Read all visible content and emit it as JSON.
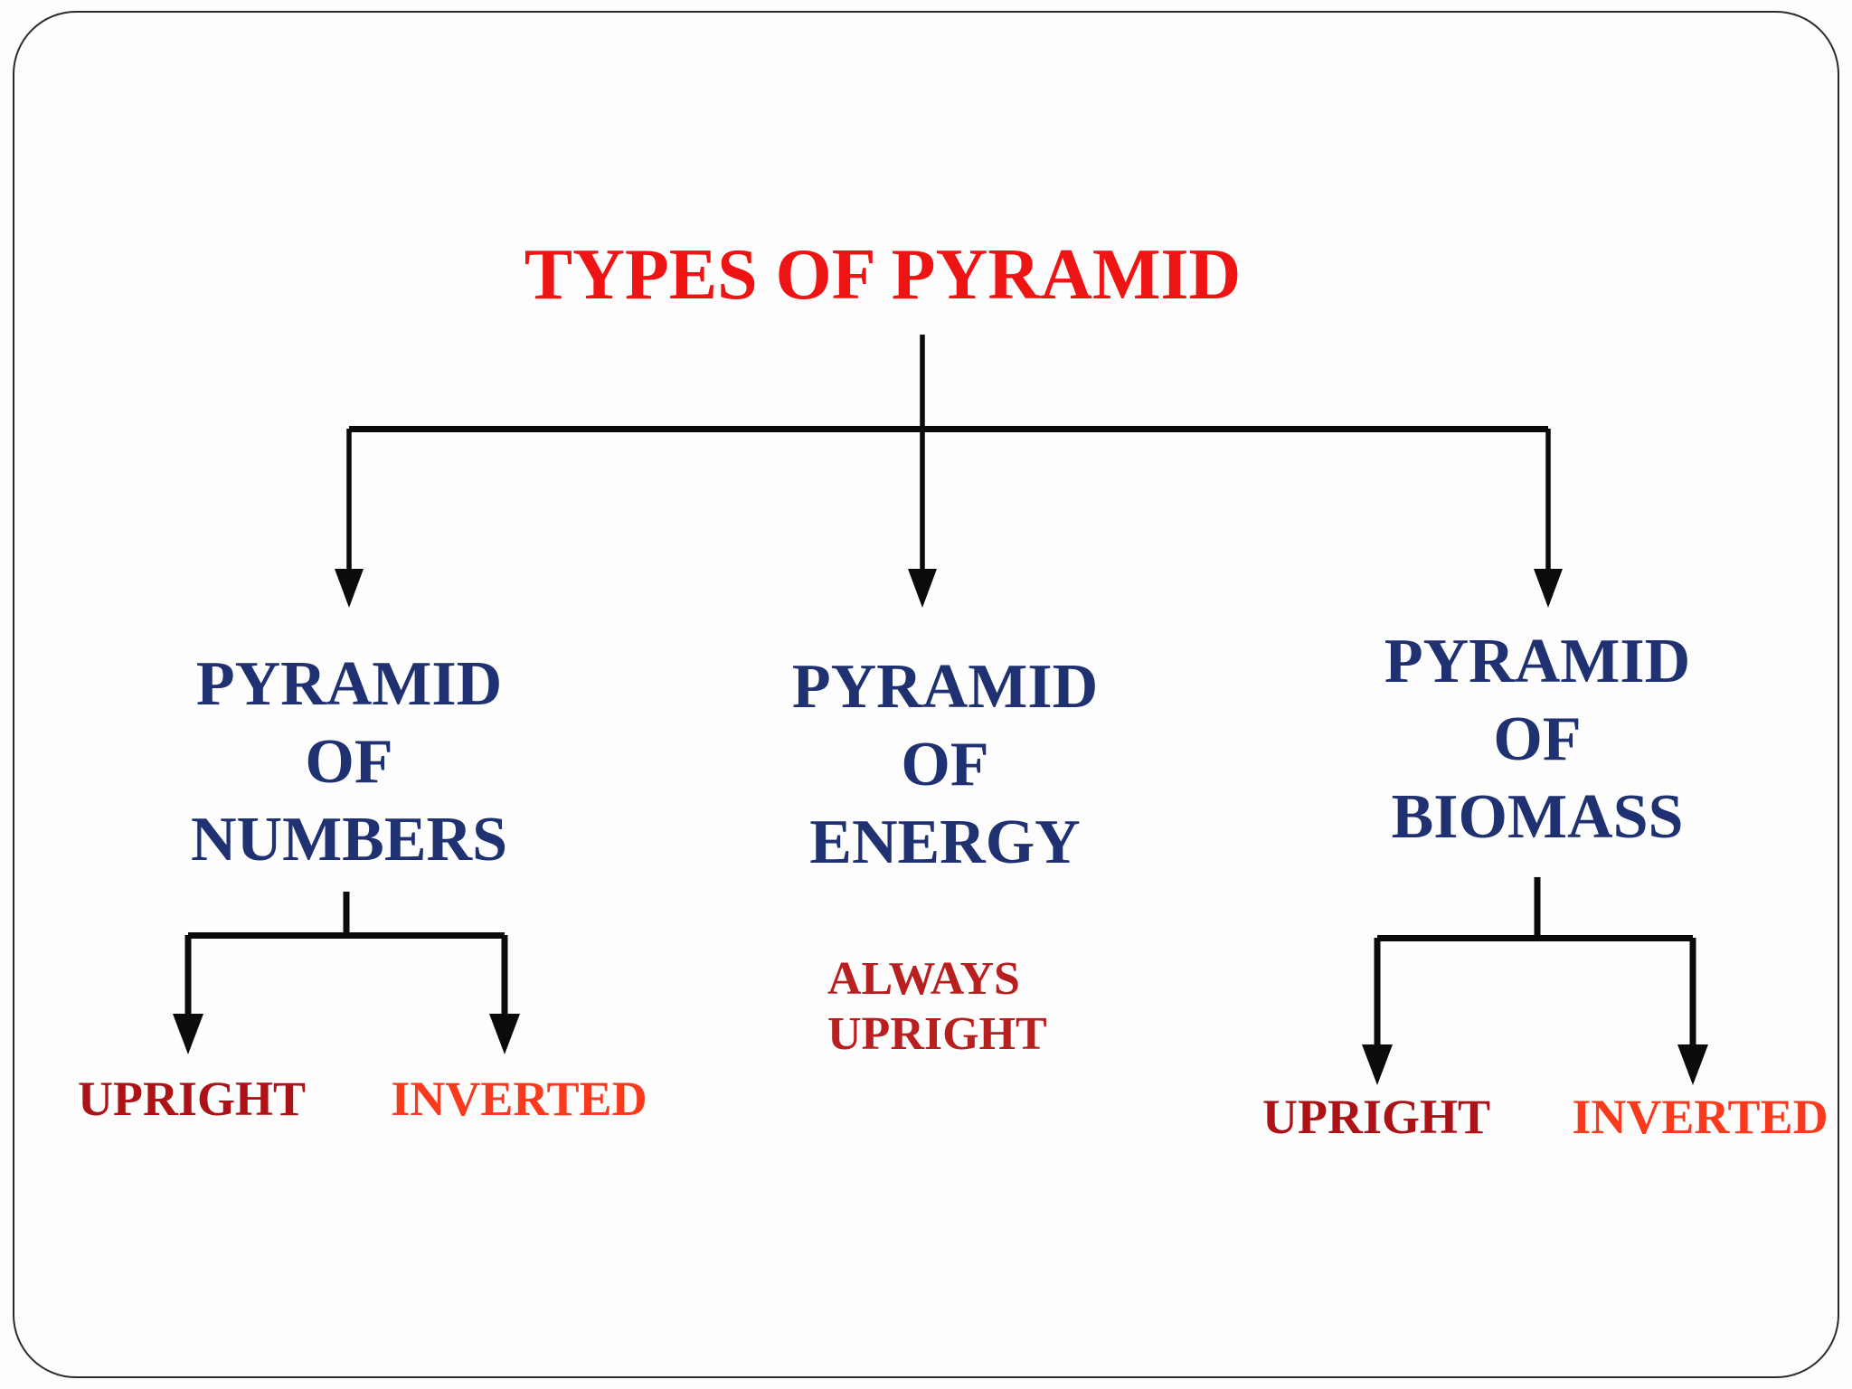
{
  "page": {
    "kind": "presentation-slide-diagram"
  },
  "colors": {
    "title_red": "#ee1414",
    "heading_navy": "#1f3170",
    "upright_dark_red": "#ad1216",
    "inverted_orange_red": "#f93a1c",
    "always_upright_red": "#b81f1f",
    "connector_black": "#0b0b0b",
    "border_gray": "#2b2b2b",
    "background": "#fdfdfd"
  },
  "tree": {
    "root": "TYPES OF PYRAMID",
    "branches": [
      {
        "id": "numbers",
        "label_lines": [
          "PYRAMID",
          "OF",
          "NUMBERS"
        ],
        "children": [
          "UPRIGHT",
          "INVERTED"
        ]
      },
      {
        "id": "energy",
        "label_lines": [
          "PYRAMID",
          "OF",
          "ENERGY"
        ],
        "note_lines": [
          "ALWAYS",
          "UPRIGHT"
        ]
      },
      {
        "id": "biomass",
        "label_lines": [
          "PYRAMID",
          "OF",
          "BIOMASS"
        ],
        "children": [
          "UPRIGHT",
          "INVERTED"
        ]
      }
    ]
  }
}
